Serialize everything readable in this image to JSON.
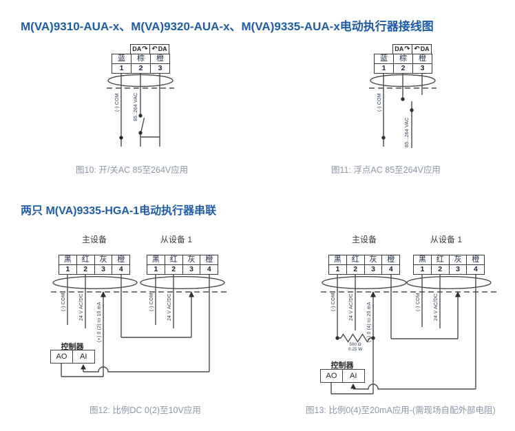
{
  "headings": {
    "h1": "M(VA)9310-AUA-x、M(VA)9320-AUA-x、M(VA)9335-AUA-x电动执行器接线图",
    "h2": "两只 M(VA)9335-HGA-1电动执行器串联"
  },
  "colors": {
    "heading_blue": "#1d5cab",
    "caption_gray": "#8d97a8",
    "line_gray": "#4a4a4a",
    "label_navy": "#2c3e54"
  },
  "icons": {
    "rotate_cw": "↷",
    "rotate_ccw": "↶"
  },
  "fig10": {
    "da": [
      "DA",
      "DA"
    ],
    "terminal_colors": [
      "蓝",
      "棕",
      "橙"
    ],
    "terminal_numbers": [
      "1",
      "2",
      "3"
    ],
    "labels": {
      "com": "(-) COM",
      "vac": "85..264 VAC"
    },
    "caption": "图10: 开/关AC 85至264V应用"
  },
  "fig11": {
    "da": [
      "DA",
      "DA"
    ],
    "terminal_colors": [
      "蓝",
      "棕",
      "橙"
    ],
    "terminal_numbers": [
      "1",
      "2",
      "3"
    ],
    "labels": {
      "com": "(-) COM",
      "vac": "85...264 VAC"
    },
    "caption": "图11: 浮点AC 85至264V应用"
  },
  "fig12": {
    "master_title": "主设备",
    "slave_title": "从设备 1",
    "terminal_colors": [
      "黑",
      "红",
      "灰",
      "橙"
    ],
    "terminal_numbers": [
      "1",
      "2",
      "3",
      "4"
    ],
    "master_labels": {
      "com": "(-) COM",
      "power": "24 V AC/DC",
      "signal": "(+) 0 (2) to 10 mA"
    },
    "slave_labels": {
      "com": "(-) COM",
      "power": "24 V AC/DC"
    },
    "controller": {
      "title": "控制器",
      "ao": "AO",
      "ai": "AI"
    },
    "caption": "图12: 比例DC 0(2)至10V应用"
  },
  "fig13": {
    "master_title": "主设备",
    "slave_title": "从设备 1",
    "terminal_colors": [
      "黑",
      "红",
      "灰",
      "橙"
    ],
    "terminal_numbers": [
      "1",
      "2",
      "3",
      "4"
    ],
    "master_labels": {
      "com": "(-) COM",
      "power": "24 V AC/DC",
      "signal": "(+) 0 (4) to 20 mA"
    },
    "slave_labels": {
      "com": "(-) COM",
      "power": "24 V AC/DC"
    },
    "resistor": {
      "value": "500 Ω",
      "power": "0.25 W"
    },
    "controller": {
      "title": "控制器",
      "ao": "AO",
      "ai": "AI"
    },
    "caption": "图13: 比例0(4)至20mA应用-(需现场自配外部电阻)"
  }
}
